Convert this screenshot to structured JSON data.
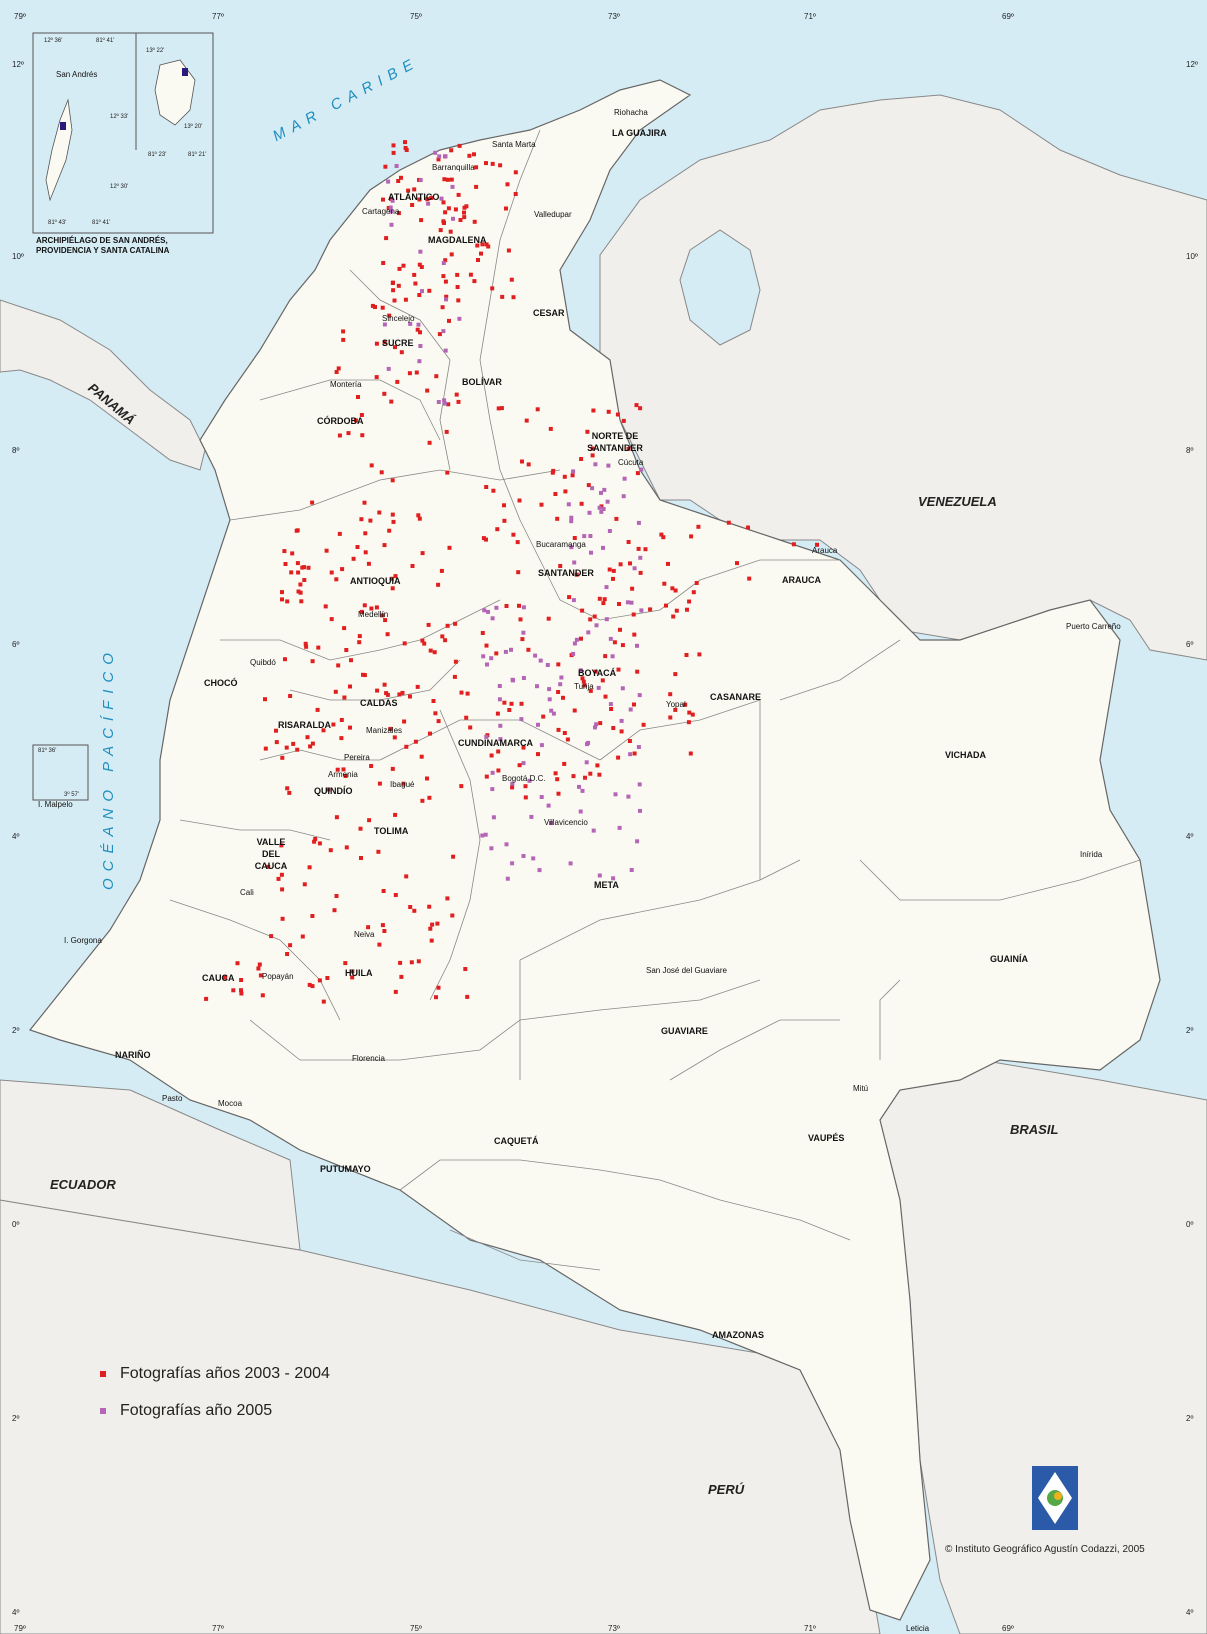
{
  "departments": [
    "LA GUAJIRA",
    "ATLÁNTICO",
    "MAGDALENA",
    "CESAR",
    "SUCRE",
    "BOLÍVAR",
    "CÓRDOBA",
    "NORTE DE SANTANDER",
    "ANTIOQUIA",
    "SANTANDER",
    "ARAUCA",
    "BOYACÁ",
    "CHOCÓ",
    "CALDAS",
    "RISARALDA",
    "CASANARE",
    "CUNDINAMARCA",
    "VICHADA",
    "QUINDÍO",
    "TOLIMA",
    "VALLE DEL CAUCA",
    "META",
    "GUAINÍA",
    "CAUCA",
    "HUILA",
    "GUAVIARE",
    "NARIÑO",
    "CAQUETÁ",
    "VAUPÉS",
    "PUTUMAYO",
    "AMAZONAS"
  ],
  "cities": [
    "Riohacha",
    "Santa Marta",
    "Barranquilla",
    "Cartagena",
    "Valledupar",
    "Sincelejo",
    "Montería",
    "Cúcuta",
    "Bucaramanga",
    "Arauca",
    "Puerto Carreño",
    "Medellín",
    "Quibdó",
    "Tunja",
    "Yopal",
    "Manizales",
    "Pereira",
    "Armenia",
    "Ibagué",
    "Bogotá D.C.",
    "Villavicencio",
    "Inírida",
    "Cali",
    "I. Gorgona",
    "Popayán",
    "San José del Guaviare",
    "Neiva",
    "Florencia",
    "Mitú",
    "Pasto",
    "Mocoa",
    "Leticia",
    "San Andrés"
  ],
  "countries": [
    "PANAMÁ",
    "VENEZUELA",
    "ECUADOR",
    "BRASIL",
    "PERÚ"
  ],
  "seas": {
    "caribbean": "MAR CARIBE",
    "pacific": "OCÉANO PACÍFICO"
  },
  "ticks": {
    "longitudes": [
      "79º",
      "77º",
      "75º",
      "73º",
      "71º",
      "69º"
    ],
    "latitudes": [
      "12º",
      "10º",
      "8º",
      "6º",
      "4º",
      "2º",
      "0º",
      "2º",
      "4º"
    ]
  },
  "inset": {
    "title": "ARCHIPIÉLAGO DE SAN ANDRÉS, PROVIDENCIA Y SANTA CATALINA",
    "ticks": [
      "12º 36'",
      "81º 41'",
      "12º 33'",
      "12º 30'",
      "81º 43'",
      "81º 41'",
      "13º 22'",
      "13º 20'",
      "81º 23'",
      "81º 21'"
    ],
    "malpelo": "I. Malpelo",
    "malpelo_ticks": [
      "81º 36'",
      "3º 57'"
    ]
  },
  "legend": [
    {
      "label": "Fotografías años 2003 - 2004",
      "color": "#e02020"
    },
    {
      "label": "Fotografías año 2005",
      "color": "#b565b5"
    }
  ],
  "credit": "© Instituto Geográfico Agustín Codazzi, 2005",
  "colors": {
    "sea": "#d6ecf4",
    "land": "#fbfaf2",
    "foreign": "#f0efeb",
    "border": "#777777"
  }
}
